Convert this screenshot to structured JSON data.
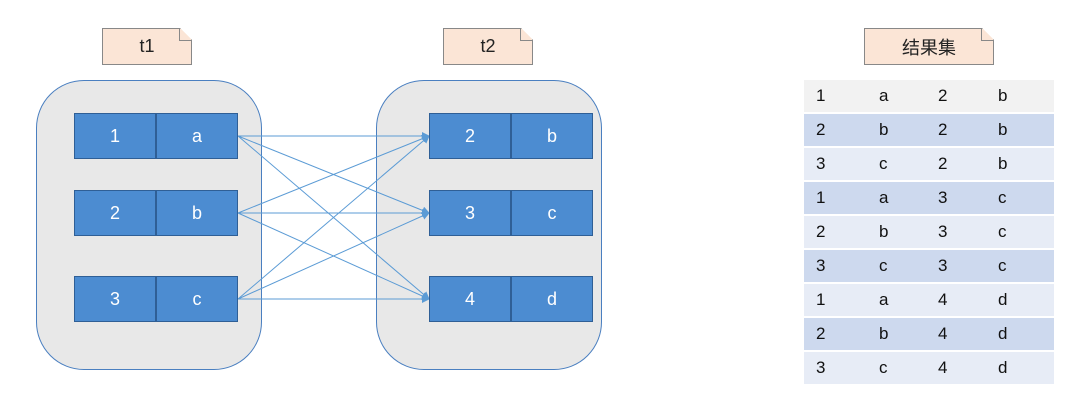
{
  "t1": {
    "label": "t1",
    "rows": [
      {
        "id": "1",
        "val": "a"
      },
      {
        "id": "2",
        "val": "b"
      },
      {
        "id": "3",
        "val": "c"
      }
    ]
  },
  "t2": {
    "label": "t2",
    "rows": [
      {
        "id": "2",
        "val": "b"
      },
      {
        "id": "3",
        "val": "c"
      },
      {
        "id": "4",
        "val": "d"
      }
    ]
  },
  "result": {
    "label": "结果集",
    "rows": [
      [
        "1",
        "a",
        "2",
        "b"
      ],
      [
        "2",
        "b",
        "2",
        "b"
      ],
      [
        "3",
        "c",
        "2",
        "b"
      ],
      [
        "1",
        "a",
        "3",
        "c"
      ],
      [
        "2",
        "b",
        "3",
        "c"
      ],
      [
        "3",
        "c",
        "3",
        "c"
      ],
      [
        "1",
        "a",
        "4",
        "d"
      ],
      [
        "2",
        "b",
        "4",
        "d"
      ],
      [
        "3",
        "c",
        "4",
        "d"
      ]
    ]
  },
  "colors": {
    "cell_fill": "#4c8cd1",
    "panel_fill": "#e8e8e8",
    "link_line": "#5b9bd5",
    "tag_fill": "#fbe5d6"
  }
}
